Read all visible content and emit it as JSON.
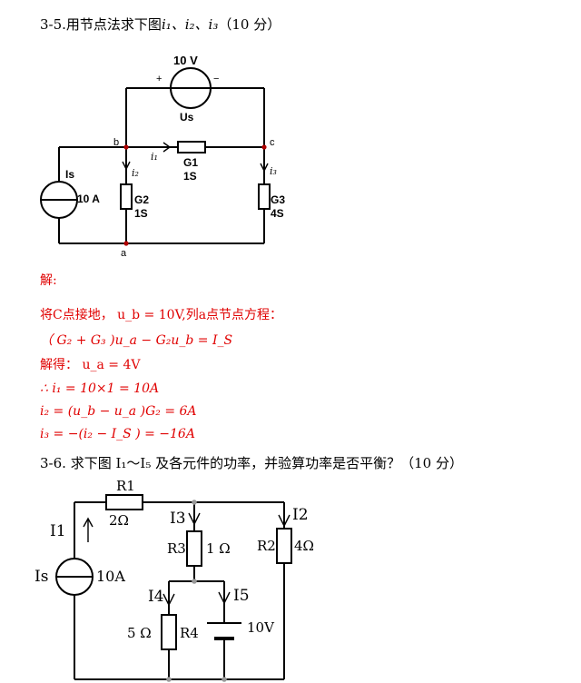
{
  "problem_35": {
    "title": "3-5.用节点法求下图",
    "title_vars": "i₁、i₂、i₃",
    "title_score": "（10 分）",
    "circuit": {
      "source_top_value": "10 V",
      "plus": "+",
      "minus": "−",
      "source_top_name": "Us",
      "node_b": "b",
      "node_c": "c",
      "node_a": "a",
      "i1": "i₁",
      "i2": "i₂",
      "i3": "i₃",
      "g1_name": "G1",
      "g1_value": "1S",
      "g2_name": "G2",
      "g2_value": "1S",
      "g3_name": "G3",
      "g3_value": "4S",
      "is_name": "Is",
      "is_value": "10 A"
    }
  },
  "solution": {
    "label": "解:",
    "line1": "将C点接地，  u_b = 10V,列a点节点方程：",
    "line2": "（ G₂ + G₃ )u_a − G₂u_b = I_S",
    "line3": "解得：  u_a = 4V",
    "line4": "∴ i₁ = 10×1 = 10A",
    "line5": "i₂ = (u_b − u_a )G₂ = 6A",
    "line6": "i₃ = −(i₂ − I_S ) = −16A"
  },
  "problem_36": {
    "title": "3-6. 求下图 I₁～I₅ 及各元件的功率，并验算功率是否平衡？（10 分）",
    "circuit": {
      "r1_name": "R1",
      "r1_value": "2Ω",
      "i1": "I1",
      "i2": "I2",
      "i3": "I3",
      "i4": "I4",
      "i5": "I5",
      "r3_name": "R3",
      "r3_value": "1 Ω",
      "r2_name": "R2",
      "r2_value": "4Ω",
      "is_name": "Is",
      "is_value": "10A",
      "r4_name": "R4",
      "r4_value": "5 Ω",
      "v_value": "10V"
    }
  }
}
